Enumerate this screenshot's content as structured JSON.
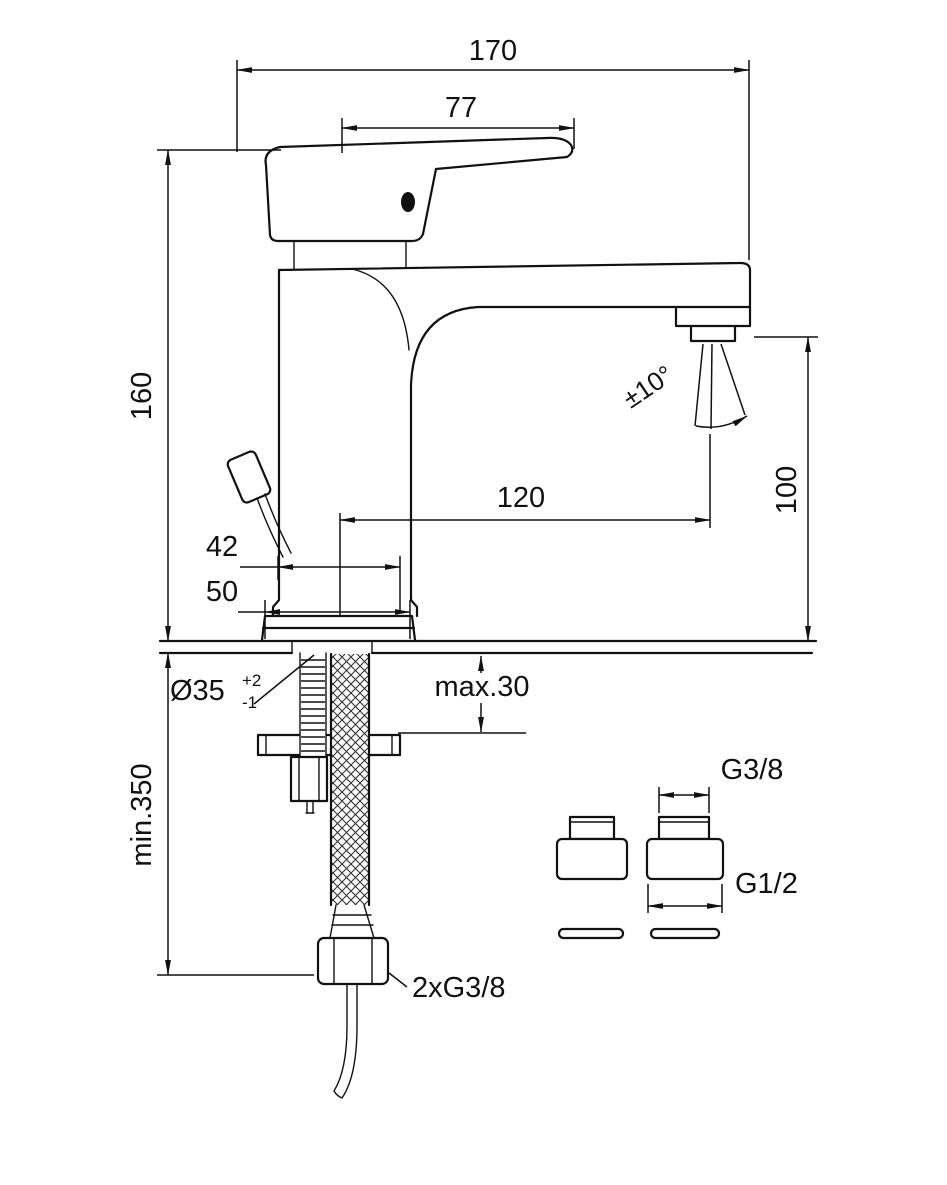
{
  "canvas": {
    "background": "#ffffff",
    "ink": "#111111",
    "type": "technical-dimension-drawing",
    "subject": "single-lever basin mixer faucet"
  },
  "labels": {
    "overall_width": "170",
    "lever_length": "77",
    "body_height": "160",
    "spout_reach": "120",
    "spout_height": "100",
    "spray_angle": "±10°",
    "offset_42": "42",
    "base_diameter": "50",
    "hole_diameter": "Ø35",
    "hole_tol_upper": "+2",
    "hole_tol_lower": "-1",
    "deck_thickness": "max.30",
    "hose_clearance": "min.350",
    "hose_connection": "2xG3/8",
    "adapter_thread_top": "G3/8",
    "adapter_thread_bottom": "G1/2"
  }
}
